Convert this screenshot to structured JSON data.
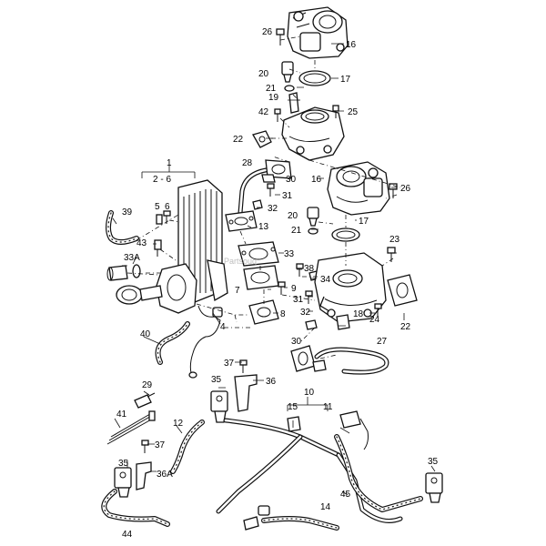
{
  "labels": {
    "l1": "1",
    "l2_6": "2 - 6",
    "l4": "4",
    "l5": "5",
    "l6": "6",
    "l7": "7",
    "l8": "8",
    "l9": "9",
    "l10": "10",
    "l11": "11",
    "l12": "12",
    "l13": "13",
    "l14": "14",
    "l15": "15",
    "l16a": "16",
    "l16b": "16",
    "l17a": "17",
    "l17b": "17",
    "l18": "18",
    "l19": "19",
    "l20a": "20",
    "l20b": "20",
    "l21a": "21",
    "l21b": "21",
    "l22a": "22",
    "l22b": "22",
    "l23": "23",
    "l24": "24",
    "l25": "25",
    "l26a": "26",
    "l26b": "26",
    "l27": "27",
    "l28": "28",
    "l29": "29",
    "l30a": "30",
    "l30b": "30",
    "l31a": "31",
    "l31b": "31",
    "l32a": "32",
    "l32b": "32",
    "l33": "33",
    "l33a": "33A",
    "l34": "34",
    "l35a": "35",
    "l35b": "35",
    "l35c": "35",
    "l36": "36",
    "l36a": "36A",
    "l37a": "37",
    "l37b": "37",
    "l38": "38",
    "l39": "39",
    "l40": "40",
    "l41": "41",
    "l42": "42",
    "l43": "43",
    "l44": "44",
    "l45": "45"
  },
  "watermark": "Partsouq"
}
